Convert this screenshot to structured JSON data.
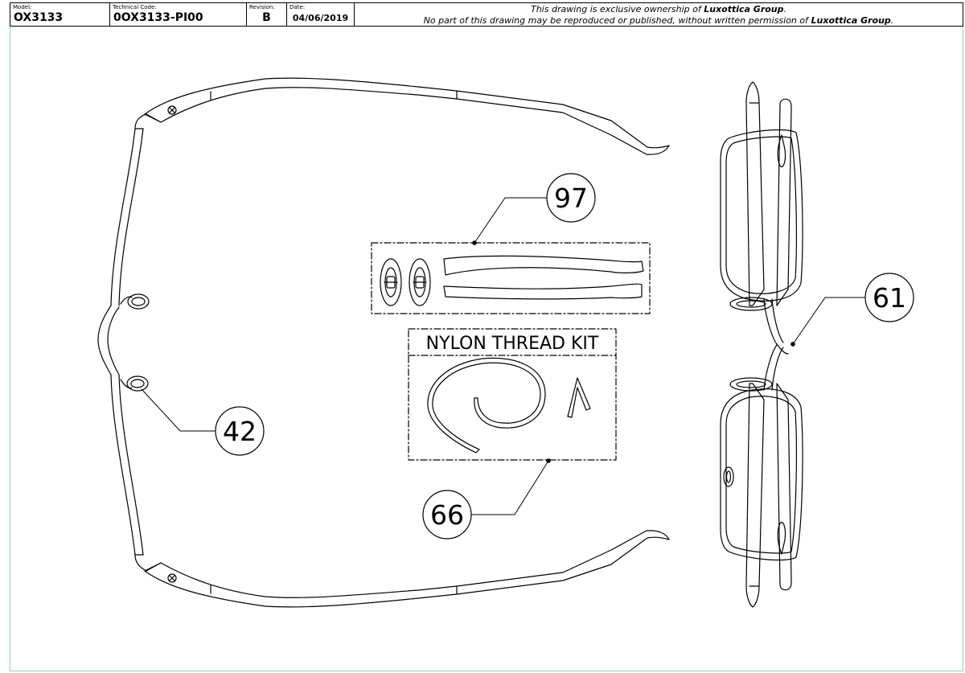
{
  "title_block": {
    "model_label": "Model:",
    "model_value": "OX3133",
    "tech_code_label": "Technical Code:",
    "tech_code_value": "0OX3133-PI00",
    "revision_label": "Revision:",
    "revision_value": "B",
    "date_label": "Date:",
    "date_value": "04/06/2019",
    "notice_line1_pre": "This drawing is exclusive ownership of ",
    "notice_line1_brand": "Luxottica Group",
    "notice_line1_post": ".",
    "notice_line2_pre": "No part of this drawing may be reproduced or published, without written permission of ",
    "notice_line2_brand": "Luxottica Group",
    "notice_line2_post": "."
  },
  "callouts": {
    "temple_tips": "97",
    "nylon_kit": "66",
    "nose_pads": "42",
    "frame_front": "61"
  },
  "kit": {
    "title": "NYLON THREAD KIT",
    "tool_glyph": "Λ"
  },
  "colors": {
    "line": "#000000",
    "sheet_border": "#8fd1c9",
    "background": "#ffffff"
  }
}
